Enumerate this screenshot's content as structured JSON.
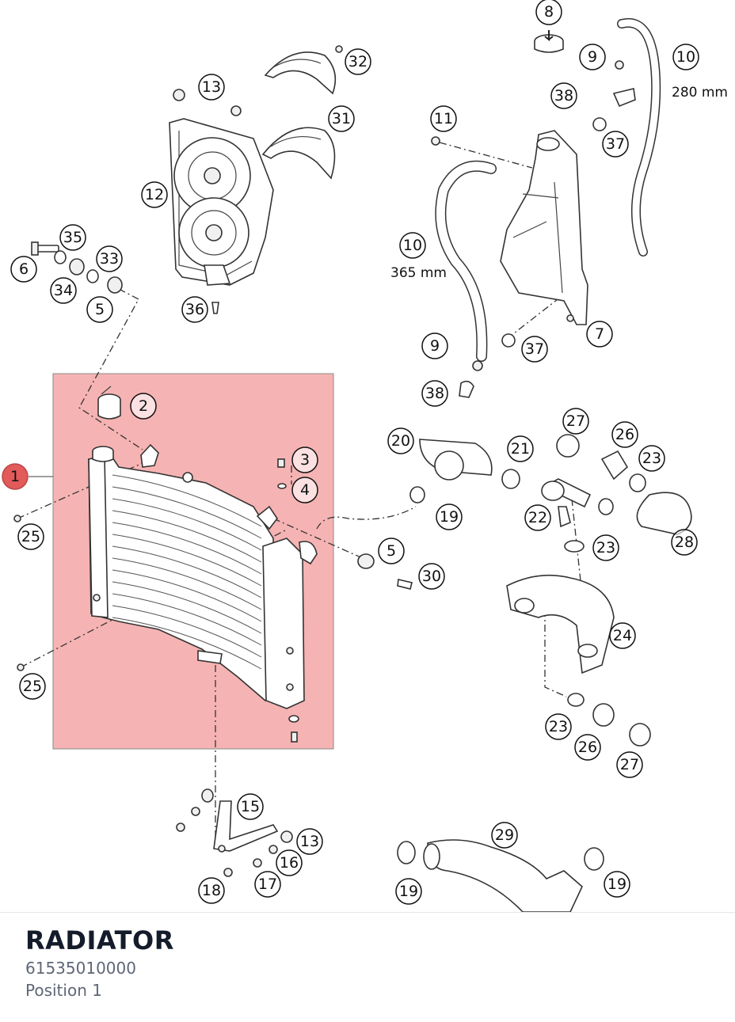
{
  "diagram": {
    "selected_position": "1",
    "highlight_color": "#f4a6a6",
    "marker_color": "#e25a5a",
    "callouts": [
      {
        "id": "c8",
        "text": "8"
      },
      {
        "id": "c9a",
        "text": "9"
      },
      {
        "id": "c10a",
        "text": "10"
      },
      {
        "id": "c32",
        "text": "32"
      },
      {
        "id": "c13a",
        "text": "13"
      },
      {
        "id": "c31",
        "text": "31"
      },
      {
        "id": "c38a",
        "text": "38"
      },
      {
        "id": "c37a",
        "text": "37"
      },
      {
        "id": "c11",
        "text": "11"
      },
      {
        "id": "c12",
        "text": "12"
      },
      {
        "id": "c35",
        "text": "35"
      },
      {
        "id": "c33",
        "text": "33"
      },
      {
        "id": "c6",
        "text": "6"
      },
      {
        "id": "c34",
        "text": "34"
      },
      {
        "id": "c5a",
        "text": "5"
      },
      {
        "id": "c10b",
        "text": "10"
      },
      {
        "id": "c36",
        "text": "36"
      },
      {
        "id": "c7",
        "text": "7"
      },
      {
        "id": "c9b",
        "text": "9"
      },
      {
        "id": "c37b",
        "text": "37"
      },
      {
        "id": "c38b",
        "text": "38"
      },
      {
        "id": "c2",
        "text": "2"
      },
      {
        "id": "c3",
        "text": "3"
      },
      {
        "id": "c4",
        "text": "4"
      },
      {
        "id": "c20",
        "text": "20"
      },
      {
        "id": "c27a",
        "text": "27"
      },
      {
        "id": "c26a",
        "text": "26"
      },
      {
        "id": "c21",
        "text": "21"
      },
      {
        "id": "c23a",
        "text": "23"
      },
      {
        "id": "c19a",
        "text": "19"
      },
      {
        "id": "c22",
        "text": "22"
      },
      {
        "id": "c23b",
        "text": "23"
      },
      {
        "id": "c28",
        "text": "28"
      },
      {
        "id": "c25a",
        "text": "25"
      },
      {
        "id": "c5b",
        "text": "5"
      },
      {
        "id": "c30",
        "text": "30"
      },
      {
        "id": "c24",
        "text": "24"
      },
      {
        "id": "c25b",
        "text": "25"
      },
      {
        "id": "c23c",
        "text": "23"
      },
      {
        "id": "c26b",
        "text": "26"
      },
      {
        "id": "c27b",
        "text": "27"
      },
      {
        "id": "c15",
        "text": "15"
      },
      {
        "id": "c13b",
        "text": "13"
      },
      {
        "id": "c16",
        "text": "16"
      },
      {
        "id": "c17",
        "text": "17"
      },
      {
        "id": "c18",
        "text": "18"
      },
      {
        "id": "c29",
        "text": "29"
      },
      {
        "id": "c19b",
        "text": "19"
      },
      {
        "id": "c19c",
        "text": "19"
      }
    ],
    "dimension_labels": {
      "hose_top": "280 mm",
      "hose_mid": "365 mm"
    }
  },
  "footer": {
    "title": "RADIATOR",
    "part_number": "61535010000",
    "position": "Position 1"
  }
}
